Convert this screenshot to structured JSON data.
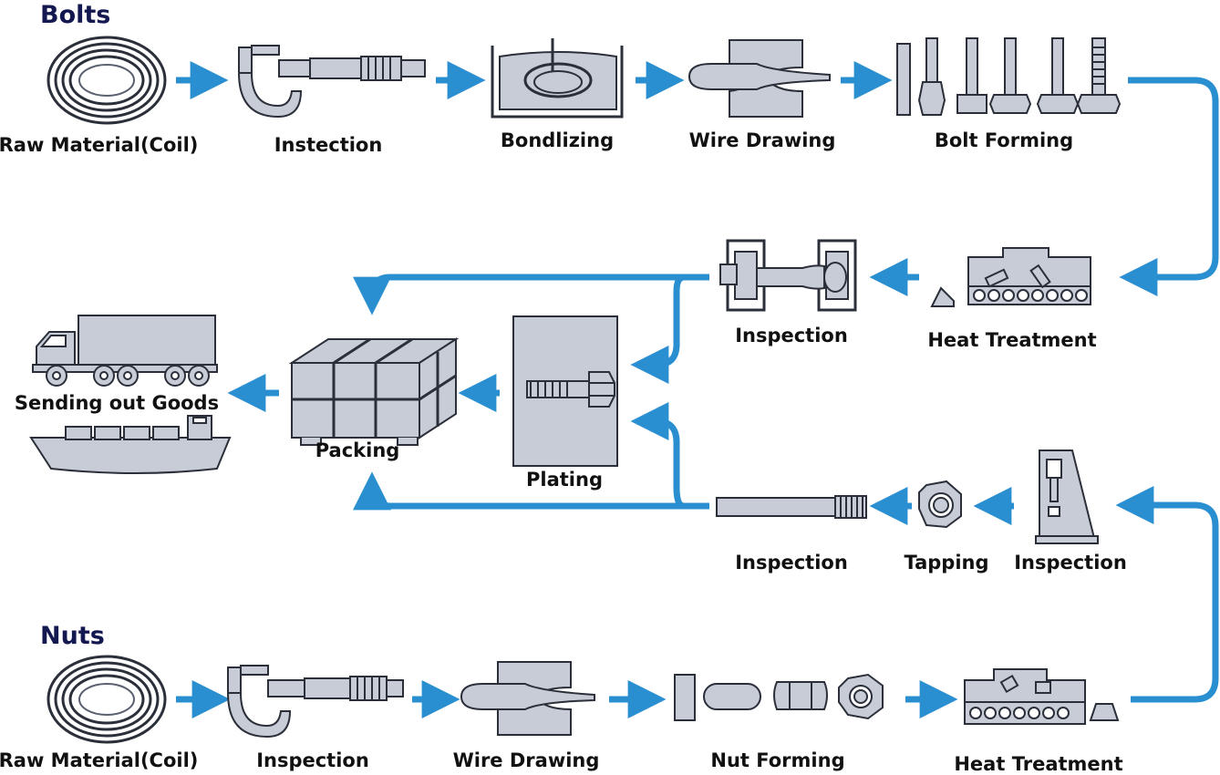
{
  "colors": {
    "arrow": "#2a8fd0",
    "illustration_fill": "#c8ccd6",
    "illustration_stroke": "#2b2f3a",
    "title": "#141850",
    "label": "#111111"
  },
  "bolts": {
    "title": "Bolts",
    "steps": [
      "Raw Material(Coil)",
      "Instection",
      "Bondlizing",
      "Wire Drawing",
      "Bolt Forming"
    ]
  },
  "middle": {
    "heat_treatment": "Heat Treatment",
    "inspection_upper": "Inspection",
    "plating": "Plating",
    "packing": "Packing",
    "sending_out": "Sending out Goods",
    "inspection_lower": "Inspection",
    "tapping": "Tapping",
    "inspection_right": "Inspection"
  },
  "nuts": {
    "title": "Nuts",
    "steps": [
      "Raw Material(Coil)",
      "Inspection",
      "Wire Drawing",
      "Nut Forming",
      "Heat Treatment"
    ]
  },
  "icons": {
    "coil": "coil-icon",
    "micrometer": "micrometer-icon",
    "tank": "bondlizing-tank-icon",
    "die": "wire-drawing-die-icon",
    "bolt_stages": "bolt-forming-stages-icon",
    "furnace": "heat-treatment-furnace-icon",
    "inspection_gauge": "inspection-gauge-icon",
    "plating_bolt": "plating-bolt-icon",
    "crate": "packing-crate-icon",
    "truck": "truck-icon",
    "ship": "ship-icon",
    "threaded_rod": "threaded-rod-icon",
    "nut": "nut-icon",
    "press": "inspection-press-icon",
    "nut_stages": "nut-forming-stages-icon"
  }
}
